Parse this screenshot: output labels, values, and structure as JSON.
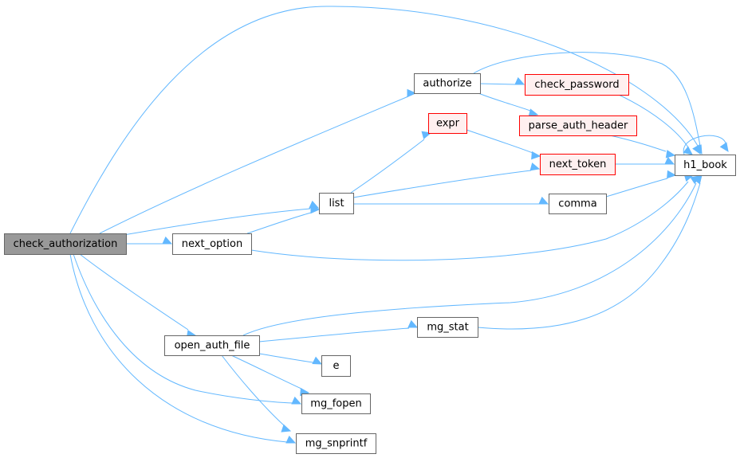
{
  "diagram": {
    "nodes": [
      {
        "id": "check_authorization",
        "label": "check_authorization",
        "style": "root"
      },
      {
        "id": "authorize",
        "label": "authorize",
        "style": "normal"
      },
      {
        "id": "check_password",
        "label": "check_password",
        "style": "red"
      },
      {
        "id": "parse_auth_header",
        "label": "parse_auth_header",
        "style": "red"
      },
      {
        "id": "expr",
        "label": "expr",
        "style": "red"
      },
      {
        "id": "next_token",
        "label": "next_token",
        "style": "red"
      },
      {
        "id": "h1_book",
        "label": "h1_book",
        "style": "normal"
      },
      {
        "id": "list",
        "label": "list",
        "style": "normal"
      },
      {
        "id": "comma",
        "label": "comma",
        "style": "normal"
      },
      {
        "id": "next_option",
        "label": "next_option",
        "style": "normal"
      },
      {
        "id": "mg_stat",
        "label": "mg_stat",
        "style": "normal"
      },
      {
        "id": "open_auth_file",
        "label": "open_auth_file",
        "style": "normal"
      },
      {
        "id": "e",
        "label": "e",
        "style": "normal"
      },
      {
        "id": "mg_fopen",
        "label": "mg_fopen",
        "style": "normal"
      },
      {
        "id": "mg_snprintf",
        "label": "mg_snprintf",
        "style": "normal"
      }
    ],
    "edges": [
      {
        "from": "check_authorization",
        "to": "h1_book"
      },
      {
        "from": "check_authorization",
        "to": "authorize"
      },
      {
        "from": "check_authorization",
        "to": "list"
      },
      {
        "from": "check_authorization",
        "to": "next_option"
      },
      {
        "from": "check_authorization",
        "to": "open_auth_file"
      },
      {
        "from": "check_authorization",
        "to": "mg_fopen"
      },
      {
        "from": "check_authorization",
        "to": "mg_snprintf"
      },
      {
        "from": "authorize",
        "to": "check_password"
      },
      {
        "from": "authorize",
        "to": "parse_auth_header"
      },
      {
        "from": "authorize",
        "to": "h1_book"
      },
      {
        "from": "check_password",
        "to": "h1_book"
      },
      {
        "from": "parse_auth_header",
        "to": "h1_book"
      },
      {
        "from": "expr",
        "to": "next_token"
      },
      {
        "from": "next_token",
        "to": "h1_book"
      },
      {
        "from": "list",
        "to": "expr"
      },
      {
        "from": "list",
        "to": "next_token"
      },
      {
        "from": "list",
        "to": "comma"
      },
      {
        "from": "comma",
        "to": "h1_book"
      },
      {
        "from": "next_option",
        "to": "list"
      },
      {
        "from": "next_option",
        "to": "h1_book"
      },
      {
        "from": "open_auth_file",
        "to": "h1_book"
      },
      {
        "from": "open_auth_file",
        "to": "mg_stat"
      },
      {
        "from": "open_auth_file",
        "to": "e"
      },
      {
        "from": "open_auth_file",
        "to": "mg_fopen"
      },
      {
        "from": "open_auth_file",
        "to": "mg_snprintf"
      },
      {
        "from": "mg_stat",
        "to": "h1_book"
      },
      {
        "from": "h1_book",
        "to": "h1_book"
      }
    ],
    "colors": {
      "edge": "#63b8ff",
      "root_fill": "#999999",
      "root_stroke": "#666666",
      "node_fill": "#ffffff",
      "node_stroke": "#666666",
      "red_fill": "#fff0f0",
      "red_stroke": "#ff0000",
      "text": "#000000"
    }
  }
}
